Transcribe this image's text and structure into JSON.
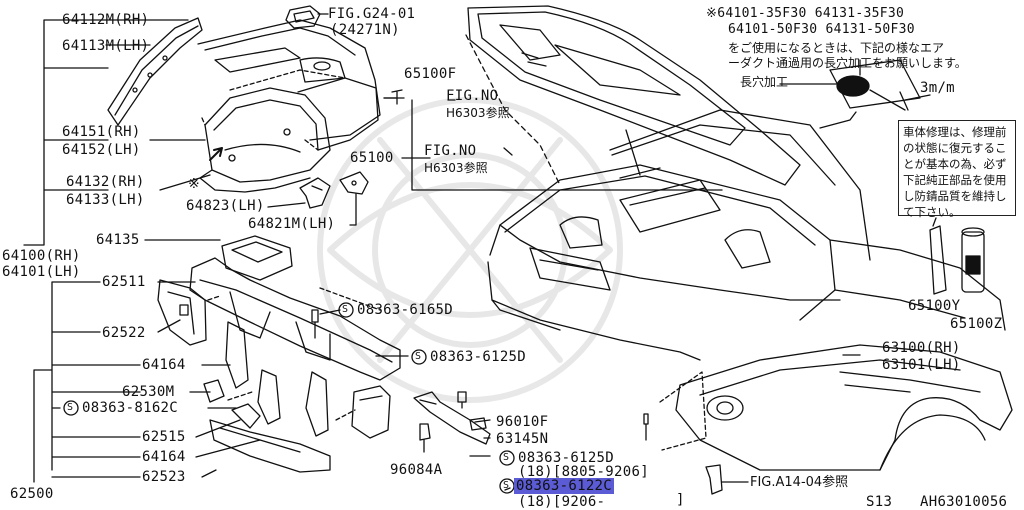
{
  "diagram": {
    "labels": {
      "l64112": "64112M(RH)",
      "l64113": "64113M(LH)",
      "l64151": "64151(RH)",
      "l64152": "64152(LH)",
      "l64132": "64132(RH)",
      "l64133": "64133(LH)",
      "asterisk": "※",
      "l64823": "64823(LH)",
      "l64821": "64821M(LH)",
      "l64135": "64135",
      "l64100": "64100(RH)",
      "l64101": "64101(LH)",
      "l62511": "62511",
      "l62522": "62522",
      "l64164a": "64164",
      "l62530": "62530M",
      "l08363_8162": "08363-8162C",
      "l62515": "62515",
      "l64164b": "64164",
      "l62523": "62523",
      "l62500": "62500",
      "l96084": "96084A",
      "l08363_6165": "08363-6165D",
      "l08363_6125a": "08363-6125D",
      "l96010": "96010F",
      "l63145": "63145N",
      "l08363_6125b": "08363-6125D",
      "l6125b_range": "(18)[8805-9206]",
      "l08363_6122": "08363-6122C",
      "l6122_range": "(18)[9206-",
      "l6122_close": "]",
      "figg24": "FIG.G24-01",
      "figg24_sub": "(24271N)",
      "l65100f": "65100F",
      "fig_no_1": "FIG.NO",
      "fig_h6303_1": "H6303参照",
      "l65100": "65100",
      "fig_no_2": "FIG.NO",
      "fig_h6303_2": "H6303参照",
      "l63100": "63100(RH)",
      "l63101": "63101(LH)",
      "figa14": "FIG.A14-04参照",
      "l65100y": "65100Y",
      "l65100z": "65100Z",
      "note_line1": "※64101-35F30  64131-35F30",
      "note_line2": "64101-50F30  64131-50F30",
      "note_line3": "をご使用になるときは、下記の様なエア",
      "note_line4": "ーダクト通過用の長穴加工をお願いします。",
      "hole_label": "長穴加工",
      "dim_label": "3m/m",
      "box_note": "車体修理は、修理前の状態に復元することが基本の為、必ず下記純正部品を使用し防錆品質を維持して下さい。",
      "circle_s": "S",
      "footer_left": "S13",
      "footer_right": "AH63010056"
    }
  }
}
